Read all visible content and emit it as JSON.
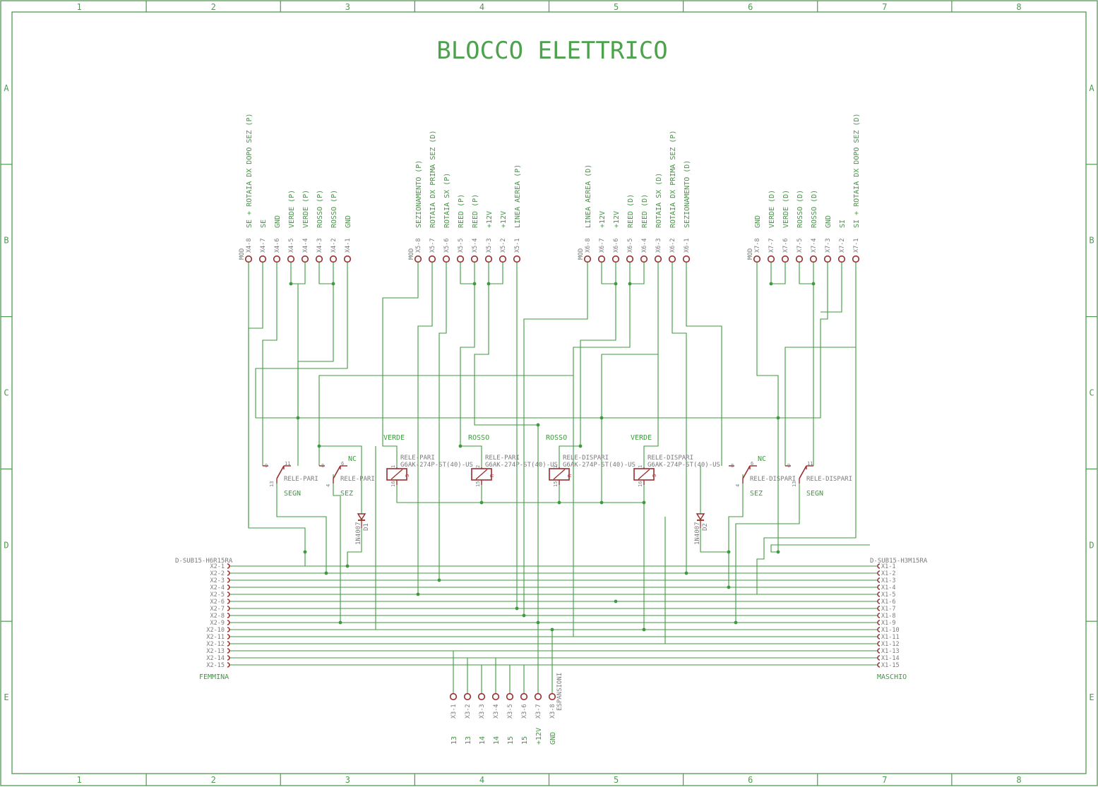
{
  "title": "BLOCCO ELETTRICO",
  "colors": {
    "frame": "#4e9a4e",
    "wire": "#3f9a3f",
    "net_label": "#3f9a3f",
    "part": "#9b2d2d",
    "part_text": "#7a7a7a",
    "title": "#4ea24e"
  },
  "frame": {
    "columns": [
      "1",
      "2",
      "3",
      "4",
      "5",
      "6",
      "7",
      "8"
    ],
    "rows": [
      "A",
      "B",
      "C",
      "D",
      "E"
    ]
  },
  "connectors": [
    {
      "id": "X4",
      "mod": "MOD",
      "pins": [
        {
          "pin": "X4-8",
          "net": "SE + ROTAIA DX DOPO SEZ (P)"
        },
        {
          "pin": "X4-7",
          "net": "SE"
        },
        {
          "pin": "X4-6",
          "net": "GND"
        },
        {
          "pin": "X4-5",
          "net": "VERDE (P)"
        },
        {
          "pin": "X4-4",
          "net": "VERDE (P)"
        },
        {
          "pin": "X4-3",
          "net": "ROSSO (P)"
        },
        {
          "pin": "X4-2",
          "net": "ROSSO (P)"
        },
        {
          "pin": "X4-1",
          "net": "GND"
        }
      ]
    },
    {
      "id": "X5",
      "mod": "MOD",
      "pins": [
        {
          "pin": "X5-8",
          "net": "SEZIONAMENTO (P)"
        },
        {
          "pin": "X5-7",
          "net": "ROTAIA DX PRIMA SEZ (D)"
        },
        {
          "pin": "X5-6",
          "net": "ROTAIA SX (P)"
        },
        {
          "pin": "X5-5",
          "net": "REED (P)"
        },
        {
          "pin": "X5-4",
          "net": "REED (P)"
        },
        {
          "pin": "X5-3",
          "net": "+12V"
        },
        {
          "pin": "X5-2",
          "net": "+12V"
        },
        {
          "pin": "X5-1",
          "net": "LINEA AEREA (P)"
        }
      ]
    },
    {
      "id": "X6",
      "mod": "MOD",
      "pins": [
        {
          "pin": "X6-8",
          "net": "LINEA AEREA (D)"
        },
        {
          "pin": "X6-7",
          "net": "+12V"
        },
        {
          "pin": "X6-6",
          "net": "+12V"
        },
        {
          "pin": "X6-5",
          "net": "REED (D)"
        },
        {
          "pin": "X6-4",
          "net": "REED (D)"
        },
        {
          "pin": "X6-3",
          "net": "ROTAIA SX (D)"
        },
        {
          "pin": "X6-2",
          "net": "ROTAIA DX PRIMA SEZ (P)"
        },
        {
          "pin": "X6-1",
          "net": "SEZIONAMENTO (D)"
        }
      ]
    },
    {
      "id": "X7",
      "mod": "MOD",
      "pins": [
        {
          "pin": "X7-8",
          "net": "GND"
        },
        {
          "pin": "X7-7",
          "net": "VERDE (D)"
        },
        {
          "pin": "X7-6",
          "net": "VERDE (D)"
        },
        {
          "pin": "X7-5",
          "net": "ROSSO (D)"
        },
        {
          "pin": "X7-4",
          "net": "ROSSO (D)"
        },
        {
          "pin": "X7-3",
          "net": "GND"
        },
        {
          "pin": "X7-2",
          "net": "SI"
        },
        {
          "pin": "X7-1",
          "net": "SI + ROTAIA DX DOPO SEZ (D)"
        }
      ]
    }
  ],
  "coils": [
    {
      "net": "VERDE",
      "name": "RELE-PARI",
      "part": "G6AK-274P-ST(40)-US",
      "p1": "1",
      "p2": "16",
      "mark": "S"
    },
    {
      "net": "ROSSO",
      "name": "RELE-PARI",
      "part": "G6AK-274P-ST(40)-US",
      "p1": "2",
      "p2": "15",
      "mark": "R"
    },
    {
      "net": "ROSSO",
      "name": "RELE-DISPARI",
      "part": "G6AK-274P-ST(40)-US",
      "p1": "2",
      "p2": "15",
      "mark": "R"
    },
    {
      "net": "VERDE",
      "name": "RELE-DISPARI",
      "part": "G6AK-274P-ST(40)-US",
      "p1": "1",
      "p2": "16",
      "mark": "S"
    }
  ],
  "contacts": [
    {
      "name": "RELE-PARI",
      "a": "9",
      "b": "11",
      "c": "13",
      "label": "SEGN",
      "nc": ""
    },
    {
      "name": "RELE-PARI",
      "a": "8",
      "b": "6",
      "c": "4",
      "label": "SEZ",
      "nc": "NC"
    },
    {
      "name": "RELE-DISPARI",
      "a": "8",
      "b": "6",
      "c": "4",
      "label": "SEZ",
      "nc": "NC"
    },
    {
      "name": "RELE-DISPARI",
      "a": "9",
      "b": "11",
      "c": "13",
      "label": "SEGN",
      "nc": ""
    }
  ],
  "diodes": [
    {
      "name": "D1",
      "part": "1N4007"
    },
    {
      "name": "D2",
      "part": "1N4007"
    }
  ],
  "dsub_left": {
    "part": "D-SUB15-H6R15RA",
    "gender": "FEMMINA",
    "pins": [
      "X2-1",
      "X2-2",
      "X2-3",
      "X2-4",
      "X2-5",
      "X2-6",
      "X2-7",
      "X2-8",
      "X2-9",
      "X2-10",
      "X2-11",
      "X2-12",
      "X2-13",
      "X2-14",
      "X2-15"
    ]
  },
  "dsub_right": {
    "part": "D-SUB15-H3M15RA",
    "gender": "MASCHIO",
    "pins": [
      "X1-1",
      "X1-2",
      "X1-3",
      "X1-4",
      "X1-5",
      "X1-6",
      "X1-7",
      "X1-8",
      "X1-9",
      "X1-10",
      "X1-11",
      "X1-12",
      "X1-13",
      "X1-14",
      "X1-15"
    ]
  },
  "expansion": {
    "label": "ESPANSIONI",
    "pins": [
      {
        "pin": "X3-1",
        "net": "13"
      },
      {
        "pin": "X3-2",
        "net": "13"
      },
      {
        "pin": "X3-3",
        "net": "14"
      },
      {
        "pin": "X3-4",
        "net": "14"
      },
      {
        "pin": "X3-5",
        "net": "15"
      },
      {
        "pin": "X3-6",
        "net": "15"
      },
      {
        "pin": "X3-7",
        "net": "+12V"
      },
      {
        "pin": "X3-8",
        "net": "GND"
      }
    ]
  }
}
